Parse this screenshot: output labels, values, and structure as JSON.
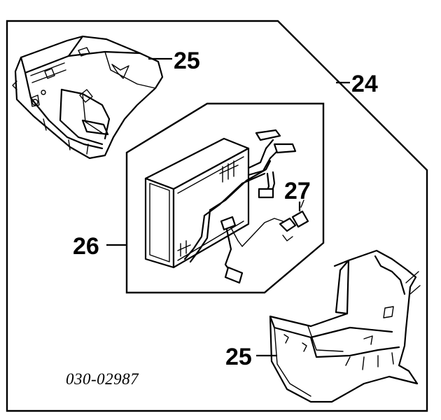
{
  "callouts": {
    "upper_case": "25",
    "assembly": "24",
    "evaporator": "26",
    "sensor": "27",
    "lower_case": "25"
  },
  "part_number": "030-02987"
}
